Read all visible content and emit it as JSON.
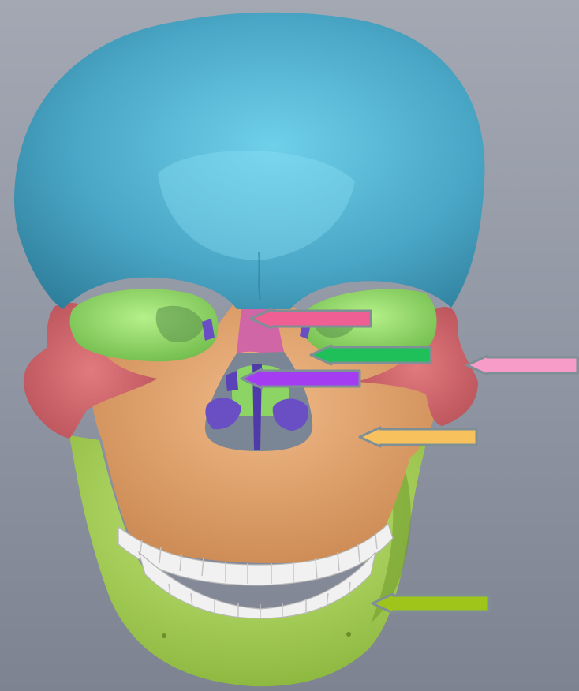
{
  "background_color": "#9aa0ac",
  "bone_colors": {
    "frontal_bone": "#4ea8c6",
    "zygomatic_bone": "#d0646a",
    "maxilla": "#e3a56f",
    "mandible": "#9ccc4a",
    "sphenoid_orbit": "#8cd464",
    "nasal_bone": "#d166a6",
    "vomer_conchae": "#6a4fc4",
    "teeth": "#f1f1f1"
  },
  "arrows": [
    {
      "id": "nasal-bone",
      "color": "#ef5f94"
    },
    {
      "id": "orbit",
      "color": "#1fbf5a"
    },
    {
      "id": "vomer",
      "color": "#a43cf2"
    },
    {
      "id": "zygomatic",
      "color": "#f79bc8"
    },
    {
      "id": "maxilla",
      "color": "#f7c15e"
    },
    {
      "id": "mandible",
      "color": "#a0c51a"
    }
  ],
  "arrow_outline_color": "#7e8f96"
}
